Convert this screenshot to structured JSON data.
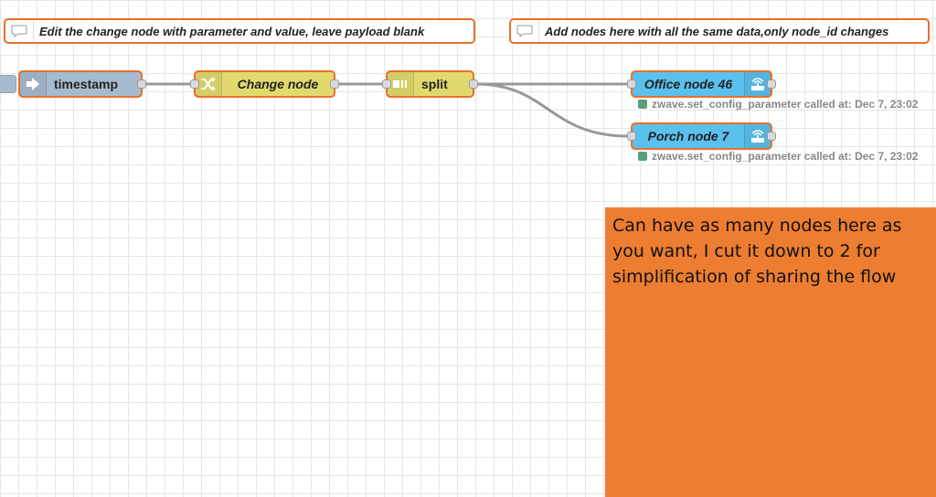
{
  "comments": {
    "edit": "Edit the change node with parameter and value, leave payload blank",
    "add": "Add nodes here with all the same data,only node_id changes"
  },
  "nodes": {
    "timestamp": {
      "label": "timestamp",
      "color": "#a6bbcf",
      "icon": "inject-arrow-icon"
    },
    "change": {
      "label": "Change node",
      "color": "#e2d96e",
      "icon": "shuffle-icon"
    },
    "split": {
      "label": "split",
      "color": "#e2d96e",
      "icon": "split-icon"
    },
    "office": {
      "label": "Office node 46",
      "color": "#5bc0eb",
      "icon": "zwave-router-icon"
    },
    "porch": {
      "label": "Porch node 7",
      "color": "#5bc0eb",
      "icon": "zwave-router-icon"
    }
  },
  "status": {
    "office": "zwave.set_config_parameter called at: Dec 7, 23:02",
    "porch": "zwave.set_config_parameter called at: Dec 7, 23:02",
    "dot_color": "#5a9e7a"
  },
  "note": {
    "text": "Can have as many nodes here as you want, I cut it down to 2 for simplification of sharing the flow",
    "color": "#ed7d31"
  },
  "colors": {
    "selected_border": "#e8702a",
    "wire": "#999999"
  }
}
